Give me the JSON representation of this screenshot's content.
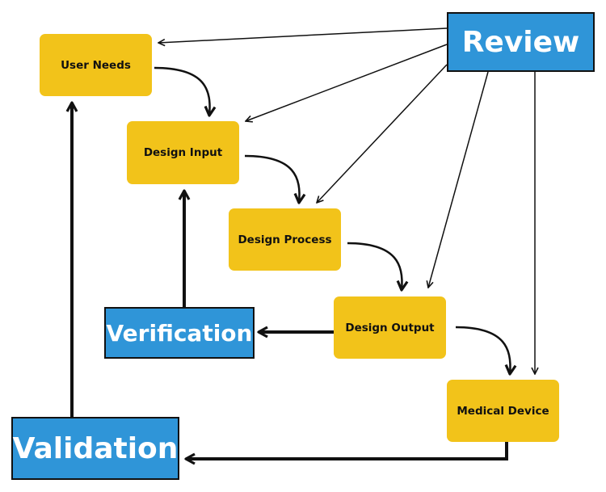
{
  "nodes": {
    "review": "Review",
    "user_needs": "User Needs",
    "design_input": "Design Input",
    "design_process": "Design Process",
    "design_output": "Design Output",
    "medical_device": "Medical Device",
    "verification": "Verification",
    "validation": "Validation"
  },
  "colors": {
    "stage_box": "#f2c31a",
    "control_box": "#2f95d8",
    "line": "#111111"
  },
  "edges": [
    {
      "from": "review",
      "to": "user_needs",
      "style": "thin"
    },
    {
      "from": "review",
      "to": "design_input",
      "style": "thin"
    },
    {
      "from": "review",
      "to": "design_process",
      "style": "thin"
    },
    {
      "from": "review",
      "to": "design_output",
      "style": "thin"
    },
    {
      "from": "review",
      "to": "medical_device",
      "style": "thin"
    },
    {
      "from": "user_needs",
      "to": "design_input",
      "style": "curved"
    },
    {
      "from": "design_input",
      "to": "design_process",
      "style": "curved"
    },
    {
      "from": "design_process",
      "to": "design_output",
      "style": "curved"
    },
    {
      "from": "design_output",
      "to": "medical_device",
      "style": "curved"
    },
    {
      "from": "design_output",
      "to": "verification",
      "style": "thick"
    },
    {
      "from": "verification",
      "to": "design_input",
      "style": "thick"
    },
    {
      "from": "medical_device",
      "to": "validation",
      "style": "thick"
    },
    {
      "from": "validation",
      "to": "user_needs",
      "style": "thick"
    }
  ]
}
